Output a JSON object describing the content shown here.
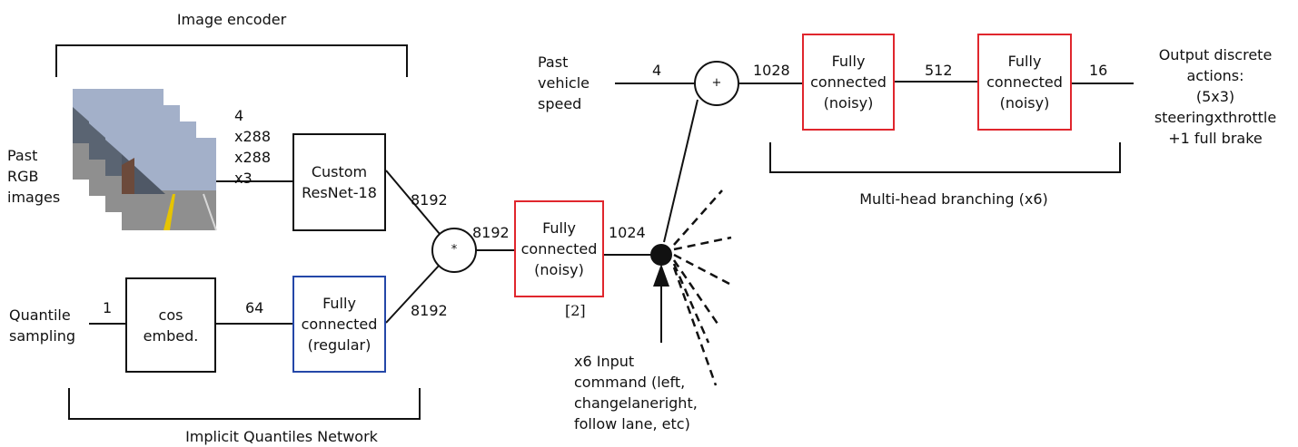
{
  "title_image_encoder": "Image encoder",
  "title_iqn": "Implicit Quantiles Network",
  "title_multihead": "Multi-head branching (x6)",
  "input_images": "Past\nRGB\nimages",
  "image_dims": "4\nx288\nx288\nx3",
  "input_quantile": "Quantile\nsampling",
  "input_speed": "Past\nvehicle\nspeed",
  "input_command": "x6 Input\ncommand (left,\nchangelaneright,\nfollow lane, etc)",
  "output_actions": "Output discrete\nactions:\n(5x3)\nsteeringxthrottle\n+1 full brake",
  "boxes": {
    "resnet": "Custom\nResNet-18",
    "cos_embed": "cos\nembed.",
    "fc_regular": "Fully\nconnected\n(regular)",
    "fc_noisy_1": "Fully\nconnected\n(noisy)",
    "fc_noisy_2": "Fully\nconnected\n(noisy)",
    "fc_noisy_3": "Fully\nconnected\n(noisy)"
  },
  "edge_labels": {
    "quantile_in": "1",
    "cos_out": "64",
    "resnet_out": "8192",
    "fc_regular_out": "8192",
    "merge_out": "8192",
    "fc1_out": "1024",
    "speed_in": "4",
    "concat_out": "1028",
    "fc2_out": "512",
    "fc3_out": "16"
  },
  "operator_symbol": "*",
  "operator_symbol_2": "+",
  "reference": "[2]",
  "colors": {
    "noisy_fc_border": "#e0262d",
    "regular_fc_border": "#2447a8",
    "line": "#111111"
  }
}
